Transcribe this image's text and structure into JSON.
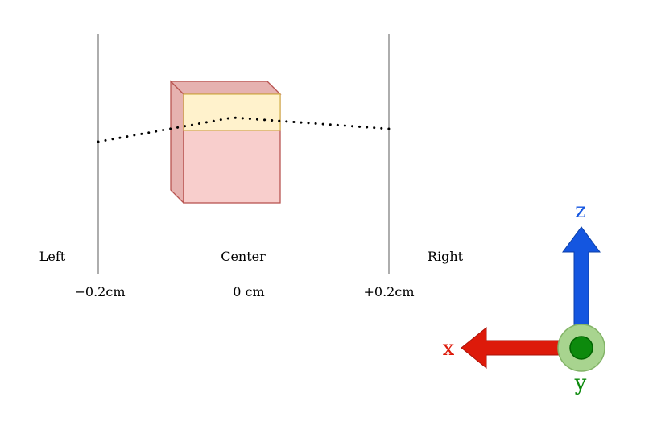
{
  "labels": {
    "left": "Left",
    "center": "Center",
    "right": "Right"
  },
  "ticks": {
    "left": "−0.2cm",
    "center": "0 cm",
    "right": "+0.2cm"
  },
  "axes": {
    "x_label": "x",
    "y_label": "y",
    "z_label": "z",
    "x_color": "#dd1a0a",
    "y_color": "#0d8a0d",
    "z_color": "#1456e0"
  },
  "block": {
    "body_color": "#f8cecc",
    "side_color": "#e6b2b0",
    "edge_color": "#b85450",
    "band_color": "#fff2cc",
    "band_edge_color": "#d6b656"
  },
  "colors": {
    "line": "#777777",
    "path": "#000000",
    "text": "#000000"
  }
}
